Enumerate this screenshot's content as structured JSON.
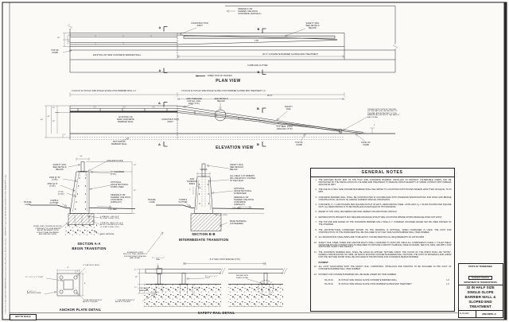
{
  "sheet": {
    "scale_note": "NOT TO SCALE",
    "plot_stamp_time": "12/18/2020 10:42:30 AM",
    "plot_stamp_path": "F:\\Users\\Chad.Gibson\\DESIGN STANDARDS\\Roadway Drawings Library\\Standard Roadway Drawings - CURRENT\\In Progress\\10-100-00 Multimodal\\91100-03 Safety Rail\\MM-BPPL-3.dgn"
  },
  "markers": {
    "a": "A",
    "b": "B"
  },
  "plan": {
    "title": "PLAN VIEW",
    "sidewalk": "SIDEWALK OR\nSHARED USE PATH\nCONCRETE (ASPHALT)",
    "construction_joint": "CONSTRUCTION\nJOINT",
    "safety_rail": "SAFETY RAIL\nSEE DETAILS\nBELOW",
    "slope_ratio": "1:50",
    "dim_overall": "18\"",
    "dim_top": "10\"",
    "dim_bottom": "4\"",
    "top_of_curb": "TOP OF\nCURB",
    "existing_wall": "EXISTING OR NEW CONCRETE BARRIER WALL",
    "sloped_end": "20'-0\"  CONCRETE BARRIER SLOPED END TREATMENT",
    "curb_gutter": "CURB AND GUTTER",
    "traffic": "DIRECTION OF TRAFFIC"
  },
  "elevation": {
    "title": "ELEVATION VIEW",
    "item_wall": "711-03.01  32 IN HALF SIZE SINGLE SLOPE CONC BARRIER WALL   L.F.",
    "item_sloped": "711-03.02  32 IN HALF SIZE SINGLE SLOPE CONC BARRIER SLOPED END TREATMENT   L.F.",
    "dim_20": "20'-0\"",
    "tube_cap": "ADD TUBE END\nCAP EA. RAIL\nEND (TYP.)",
    "see_details": "SEE DETAILS\nBELOW",
    "safety_rail": "SAFETY\nRAIL",
    "existing_wall": "EXISTING OR\nNEW CONCRETE\nBARRIER WALL",
    "construction_joint": "CONSTRUCTION\nJOINT",
    "post_spacing": "5'-0\" MAX. POST\nSPACING (TYP.)",
    "anchor_note": "THE ANCHOR PLATE AT THE END\nOF THE RAIL WILL BE WELDED TO\nTHE RAIL AND ATTACHED TO THE\nBARRIER AS SHOWN IN THE SAFETY\nRAIL DETAIL.",
    "bottom_wall": "BOTTOM OF\nBARRIER WALL",
    "top_of_curb": "TOP OF\nCURB",
    "face_of_curb": "FACE OF\nCURB",
    "dim_10": "10\"",
    "dim_32": "32\"",
    "dim_42": "42\"",
    "dim_44": "44\"",
    "dim_2a": "2\"",
    "dim_2b": "2\""
  },
  "section_aa": {
    "title": "SECTION A-A",
    "subtitle": "BEGIN TRANSITION",
    "dim_top": "10\"",
    "safety_rail": "SAFETY RAIL\nSEE DETAILS\nBELOW",
    "anchor_plate": "ANCHOR PLATE",
    "chamfer": "¾\" CHAMFER\n(TYP.)",
    "v400": "V400 @ \"D\"\n(TYP.)",
    "a500": "A500 @ 8\"\n(TYP.)",
    "clearance": "2\" CL.\n(TYP.)",
    "formliner": "OPTIONAL\nARCHITECTURAL\nFORM LINER",
    "sidewalk": "SIDEWALK OR\nSHARED USE PATH\nCONCRETE\n(ASPHALT)",
    "slope": "1.5% MAX.",
    "travel_lane": "TRAVEL\nLANE",
    "curb_gutter": "CURB &\nGUTTER",
    "dim_10r": "10\"",
    "dim_32r": "32\"",
    "spaces_v": "4 SPACES - V400 @ 6\"\n@ JOINT & END (TYP.)",
    "spaces_a": "3 SPACES - A500 LGT @ 6\"\nWITH CONCRETE FOOTER\n@ JOINT & END (TYP.)",
    "base_material": "BASE MATERIAL",
    "bridge_note": "WHEN USED ON BRIDGE DECKS\nCONFIRM (TYP) PLACEMENT\nAND ATTACHMENT WITH\nSTRUCTURAL ENGINEER\nAND BRIDGE PLANS"
  },
  "expansion_note": "EXPANSION JOINT\nSEE STD. DWG. MM-BPPL-2\nFOR REQUIRED SPACING\nAND DETAIL",
  "section_bb": {
    "title": "SECTION B-B",
    "subtitle": "INTERMEDIATE TRANSITION",
    "varies": "VARIES",
    "safety_rail": "SAFETY RAIL\nSEE DETAILS\nBELOW",
    "field_cut": "ALL FIELD CUT REBARS\nWILL BE EPOXY COATED\nIN THE FIELD",
    "tapering": "ADD\nTAPERING\nBARS",
    "formliner": "OPTIONAL\nARCHITECTURAL\nFORMLINER",
    "sidewalk": "SIDEWALK OR\nSHARED USE PATH\nCONCRETE\n(ASPHALT)",
    "slope": "1.5% MAX.",
    "travel_lane": "TRAVEL\nLANE",
    "curb_gutter": "CURB &\nGUTTER",
    "dim_2": "2\"",
    "dim_3": "3\" (TYP.)",
    "base_material": "BASE MATERIAL\n(AS NEEDED)"
  },
  "anchor_plate": {
    "title": "ANCHOR PLATE DETAIL",
    "bolt_hole": "⅝\" DIA. BOLT HOLE",
    "post": "2½\" x 2½\" x ¼\" POST",
    "plate": "8\" x 8\" x ½\"\nANCHOR PLATE",
    "anchor_bolt": "½\" DIA. ANCHOR BOLT\nASTM F-1554 A36",
    "dim_8t": "8\"",
    "dim_8r": "8\"",
    "dim_1": "1\""
  },
  "safety_rail_detail": {
    "title": "SAFETY RAIL DETAIL",
    "rail": "2½\" x 2½\" x ¼\"\nRAIL",
    "post": "2½\" x 2½\" x ¼\"\nPOST",
    "spacing": "5'-0\" MAX. POST SPACING (TYP.)",
    "see_anchor": "SEE ANCHOR\nPLATE DETAIL",
    "embed": "6\" TYP.",
    "concrete_barrier": "CONCRETE\nBARRIER",
    "anchor_bolt": "½\" DIA. ANCHOR BOLT\nASTM F-1554 A36",
    "dim_rail": "2½\"",
    "dim_post": "10\"",
    "dim_embed": "7½\""
  },
  "general_notes": {
    "title": "GENERAL NOTES",
    "notes": [
      {
        "n": "1.",
        "t": "THE EXPOSED BLUNT END OF THE HALF SIZE CONCRETE BARRIER, INSTALLED TO PROTECT VULNERABLE USERS, MAY BE PROTECTED BY THE INSTALLATION OF A SLOPED END TREATMENT TO REDUCE CRASH SEVERITY AT URBAN CONTEXT WITH SPEEDS AROUND 30 MPH."
      },
      {
        "n": "2.",
        "t": "THE USE OF A HALF SIZE CONCRETE BARRIER SHALL BE LIMITED TO LOCATIONS WITH POSTED SPEEDS LESS THAN OR EQUAL TO 45 MPH."
      },
      {
        "n": "3.",
        "t": "CONCRETE BARRIER WALL SHALL BE CONSTRUCTED IN ACCORDANCE WITH STANDARD SPECIFICATIONS FOR ROAD AND BRIDGE CONSTRUCTION, SECTION 711 AND/OR CURRENT SPECIAL PROVISIONS."
      },
      {
        "n": "4.",
        "t": "CONCRETE: f'c = 4,000 POUNDS PER SQUARE INCH AT 28 DAYS. REINFORCING STEEL: ASTM A615, Fy = 60,000 POUNDS PER SQUARE INCH. ALL REINFORCING IS TO BE INSTALLED AS DETAILED ON THIS DRAWING."
      },
      {
        "n": "5.",
        "t": "REFER TO STD. DWG. MM-SERIES AND RD11-SERIES FOR ADDITIONAL DETAILS."
      },
      {
        "n": "6.",
        "t": "REHABILITATION PROJECTS MAY REQUIRE DRAINAGE STRUCTURE LOCATIONS WHERE STORM DRAINAGE DOES NOT EXIST."
      },
      {
        "n": "7.",
        "t": "THE TOP AND END EDGES OF THE CONCRETE BARRIER WALL HAVE A ¾\" CHAMFER. ROUNDED EDGES MAY BE USED INSTEAD OF THE CHAMFER."
      },
      {
        "n": "8.",
        "t": "THE ARCHITECTURAL FORMLINER SHOWN ON THE DRAWING IS OPTIONAL. WHEN FORMLINER IS USED, THE COST FOR CONSTRUCTION OF THE FORMLINER WILL BE INCLUDED IN 32\" HALF SIZE SLOPE BARRIER WALL ITEM NUMBER."
      },
      {
        "n": "9.",
        "t": "ALL REINFORCING STEEL BARS ARE TO BE EPOXY COATED MEETING ALL REQUIREMENTS OF ASTM D3963."
      },
      {
        "n": "10.",
        "t": "SAFETY RAIL STEEL TUBES AND ANCHOR BOLTS SHALL CONFORM TO ASTM A36. WELD ALL COMPONENTS USING ¼\" FILLET WELD. GRIND WELDS AND CONNECTIONS AS REQUIRED TO PROVIDE A SMOOTH SURFACE, FREE OF BURRS. SEE STD. DWG. MM-NPH-1 FOR ADDITIONAL SAFETY RAIL DETAILS."
      },
      {
        "n": "11.",
        "t": "THE CONCRETE BARRIER WALL SHALL BE GIVEN AN APPLIED TEXTURE FINISH. THE COLOR OF THE FINISH SHALL BE \"WHITE\", FEDERAL SPECIFICATION NO. 595B, OR MATCH EXISTING CONCRETE BARRIER WALL TEXTURE. THE COST OF MATERIALS AND LABOR FOR THE TEXTURE FINISH SHALL BE INCLUDED IN THE BID PRICE FOR CONCRETE MEDIAN BARRIER."
      }
    ],
    "payment_header": "PAYMENT:",
    "payment_notes": [
      {
        "n": "12.",
        "t": "ALL COST ASSOCIATED WITH THE SAFETY RAIL, FURNISHING, INSTALLING AND PAINTING TO BE INCLUDED IN THE COST OF CONCRETE BARRIER WALL ITEM NUMBER."
      },
      {
        "n": "13.",
        "t": "PAYMENT FOR CONCRETE BARRIER WILL BE MADE UNDER PAY ITEM NUMBER:"
      }
    ],
    "pay_items": [
      {
        "code": "711-03.01",
        "desc": "32 IN HALF SIZE SINGLE SLOPE CONCRETE BARRIER WALL",
        "unit": "L.F."
      },
      {
        "code": "711-03.02",
        "desc": "32 IN HALF SIZE SINGLE SLOPE CONC BARRIER SLOPED END TREATMENT",
        "unit": "L.F."
      }
    ]
  },
  "title_block": {
    "state": "STATE OF TENNESSEE",
    "stamp_line1": "STANDARD",
    "stamp_line2": "DRAWING",
    "department": "DEPARTMENT OF TRANSPORTATION",
    "title_line1": "32 IN HALF SIZE",
    "title_line2": "SINGLE SLOPE",
    "title_line3": "BARRIER WALL &",
    "title_line4": "SLOPED END",
    "title_line5": "TREATMENT",
    "date": "11-30-2020",
    "number": "MM-BPPL-3"
  }
}
